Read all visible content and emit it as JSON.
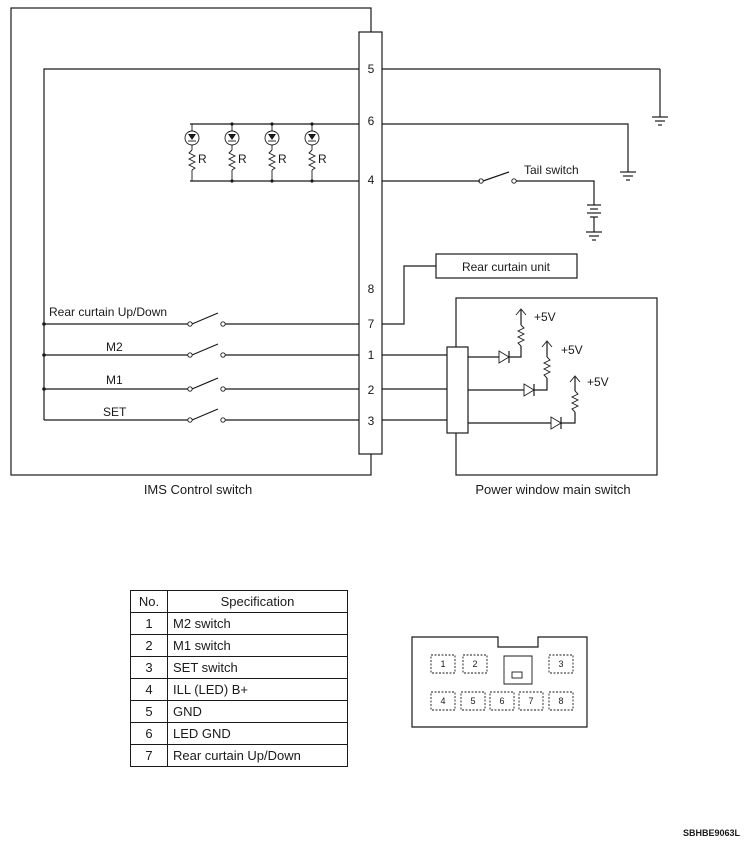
{
  "ims_switch": {
    "caption": "IMS Control switch",
    "switch_labels": [
      "Rear curtain Up/Down",
      "M2",
      "M1",
      "SET"
    ],
    "resistor_label": "R"
  },
  "connector_pins": [
    "5",
    "6",
    "4",
    "8",
    "7",
    "1",
    "2",
    "3"
  ],
  "tail_switch_label": "Tail switch",
  "rear_curtain_unit_label": "Rear curtain unit",
  "power_window": {
    "caption": "Power window main switch",
    "supply_label": "+5V"
  },
  "spec_table": {
    "headers": [
      "No.",
      "Specification"
    ],
    "rows": [
      [
        "1",
        "M2 switch"
      ],
      [
        "2",
        "M1 switch"
      ],
      [
        "3",
        "SET switch"
      ],
      [
        "4",
        "ILL (LED) B+"
      ],
      [
        "5",
        "GND"
      ],
      [
        "6",
        "LED GND"
      ],
      [
        "7",
        "Rear curtain Up/Down"
      ]
    ]
  },
  "connector_face": {
    "top_pins": [
      "1",
      "2",
      "3"
    ],
    "bottom_pins": [
      "4",
      "5",
      "6",
      "7",
      "8"
    ]
  },
  "reference_code": "SBHBE9063L"
}
